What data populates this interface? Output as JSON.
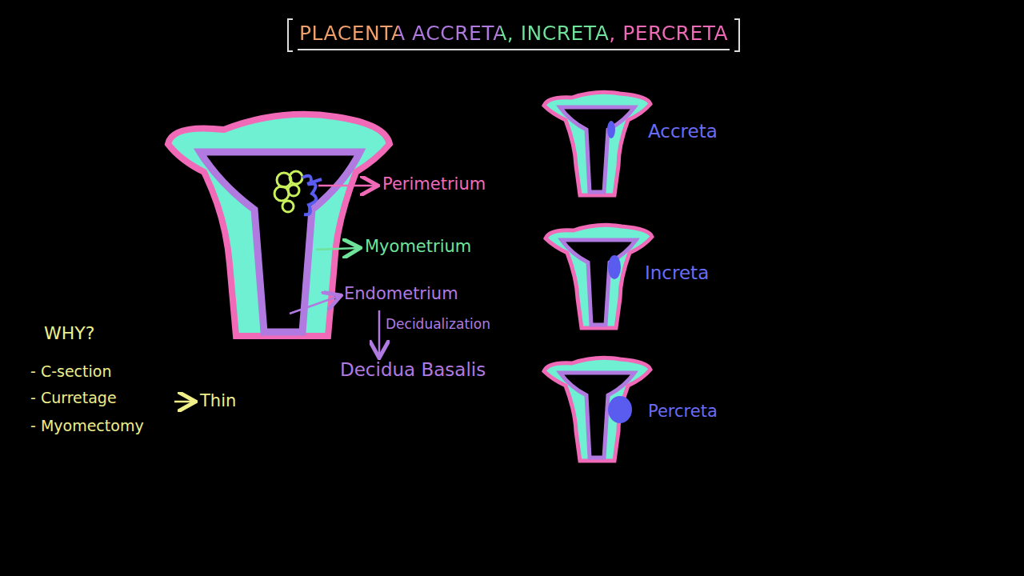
{
  "diagram": {
    "title": "PLACENTA ACCRETA, INCRETA, PERCRETA",
    "labels": [
      "Perimetrium",
      "Myometrium",
      "Endometrium",
      "Decidualization",
      "Decidua Basalis",
      "Accreta",
      "Increta",
      "Percreta",
      "WHY?",
      "- C-section",
      "- Curretage",
      "- Myomectomy",
      "Thin"
    ]
  }
}
